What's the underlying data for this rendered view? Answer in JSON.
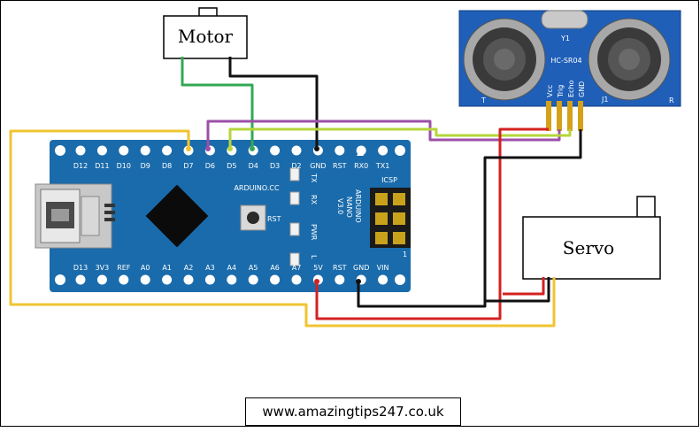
{
  "motor": {
    "label": "Motor"
  },
  "servo": {
    "label": "Servo"
  },
  "board": {
    "brand": "ARDUINO.CC",
    "model_lines": [
      "ARDUINO",
      "NANO",
      "V3.0"
    ],
    "rst_button_label": "RST",
    "icsp_label": "ICSP",
    "icsp_pin1": "1",
    "leds": [
      "TX",
      "RX",
      "PWR",
      "L"
    ],
    "top_pins": [
      "D12",
      "D11",
      "D10",
      "D9",
      "D8",
      "D7",
      "D6",
      "D5",
      "D4",
      "D3",
      "D2",
      "GND",
      "RST",
      "RX0",
      "TX1"
    ],
    "bottom_pins": [
      "D13",
      "3V3",
      "REF",
      "A0",
      "A1",
      "A2",
      "A3",
      "A4",
      "A5",
      "A6",
      "A7",
      "5V",
      "RST",
      "GND",
      "VIN"
    ]
  },
  "sensor": {
    "model": "HC-SR04",
    "crystal": "Y1",
    "left_marker": "T",
    "right_marker": "R",
    "j1": "J1",
    "pins": [
      "Vcc",
      "Trig",
      "Echo",
      "GND"
    ]
  },
  "wire_colors": {
    "power": "#d42020",
    "ground": "#111111",
    "servo_signal": "#f0c430",
    "motor_signal": "#33a853",
    "trig": "#9c4fa8",
    "echo": "#b5d63a"
  },
  "footer": {
    "url": "www.amazingtips247.co.uk"
  }
}
